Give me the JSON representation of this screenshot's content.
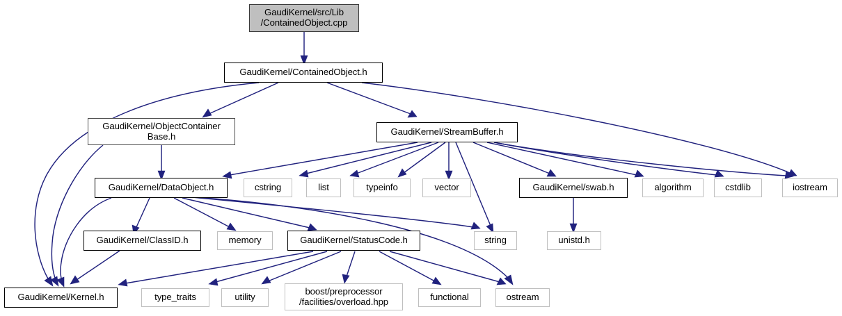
{
  "graph": {
    "type": "include-dependency-graph",
    "title": "GaudiKernel/src/Lib/ContainedObject.cpp include dependency graph",
    "colors": {
      "edge": "#21227e",
      "root_fill": "#bfbfbf",
      "project_border": "#000000",
      "system_border": "#bfbfbf",
      "text": "#000000",
      "background": "#ffffff"
    },
    "nodes": [
      {
        "id": "containedobject_cpp",
        "label": "GaudiKernel/src/Lib\n/ContainedObject.cpp",
        "kind": "root"
      },
      {
        "id": "containedobject_h",
        "label": "GaudiKernel/ContainedObject.h",
        "kind": "project"
      },
      {
        "id": "objectcontainerbase_h",
        "label": "GaudiKernel/ObjectContainer\nBase.h",
        "kind": "project-gray"
      },
      {
        "id": "streambuffer_h",
        "label": "GaudiKernel/StreamBuffer.h",
        "kind": "project"
      },
      {
        "id": "dataobject_h",
        "label": "GaudiKernel/DataObject.h",
        "kind": "project"
      },
      {
        "id": "cstring",
        "label": "cstring",
        "kind": "system"
      },
      {
        "id": "list",
        "label": "list",
        "kind": "system"
      },
      {
        "id": "typeinfo",
        "label": "typeinfo",
        "kind": "system"
      },
      {
        "id": "vector",
        "label": "vector",
        "kind": "system"
      },
      {
        "id": "swab_h",
        "label": "GaudiKernel/swab.h",
        "kind": "project"
      },
      {
        "id": "algorithm",
        "label": "algorithm",
        "kind": "system"
      },
      {
        "id": "cstdlib",
        "label": "cstdlib",
        "kind": "system"
      },
      {
        "id": "iostream",
        "label": "iostream",
        "kind": "system"
      },
      {
        "id": "classid_h",
        "label": "GaudiKernel/ClassID.h",
        "kind": "project"
      },
      {
        "id": "memory",
        "label": "memory",
        "kind": "system"
      },
      {
        "id": "statuscode_h",
        "label": "GaudiKernel/StatusCode.h",
        "kind": "project"
      },
      {
        "id": "string",
        "label": "string",
        "kind": "system"
      },
      {
        "id": "unistd_h",
        "label": "unistd.h",
        "kind": "system"
      },
      {
        "id": "kernel_h",
        "label": "GaudiKernel/Kernel.h",
        "kind": "project"
      },
      {
        "id": "type_traits",
        "label": "type_traits",
        "kind": "system"
      },
      {
        "id": "utility",
        "label": "utility",
        "kind": "system"
      },
      {
        "id": "boost_overload",
        "label": "boost/preprocessor\n/facilities/overload.hpp",
        "kind": "system"
      },
      {
        "id": "functional",
        "label": "functional",
        "kind": "system"
      },
      {
        "id": "ostream",
        "label": "ostream",
        "kind": "system"
      }
    ],
    "edges": [
      {
        "from": "containedobject_cpp",
        "to": "containedobject_h"
      },
      {
        "from": "containedobject_h",
        "to": "objectcontainerbase_h"
      },
      {
        "from": "containedobject_h",
        "to": "streambuffer_h"
      },
      {
        "from": "containedobject_h",
        "to": "kernel_h"
      },
      {
        "from": "containedobject_h",
        "to": "iostream"
      },
      {
        "from": "objectcontainerbase_h",
        "to": "dataobject_h"
      },
      {
        "from": "objectcontainerbase_h",
        "to": "kernel_h"
      },
      {
        "from": "streambuffer_h",
        "to": "dataobject_h"
      },
      {
        "from": "streambuffer_h",
        "to": "cstring"
      },
      {
        "from": "streambuffer_h",
        "to": "list"
      },
      {
        "from": "streambuffer_h",
        "to": "typeinfo"
      },
      {
        "from": "streambuffer_h",
        "to": "vector"
      },
      {
        "from": "streambuffer_h",
        "to": "string"
      },
      {
        "from": "streambuffer_h",
        "to": "swab_h"
      },
      {
        "from": "streambuffer_h",
        "to": "algorithm"
      },
      {
        "from": "streambuffer_h",
        "to": "cstdlib"
      },
      {
        "from": "streambuffer_h",
        "to": "iostream"
      },
      {
        "from": "dataobject_h",
        "to": "classid_h"
      },
      {
        "from": "dataobject_h",
        "to": "memory"
      },
      {
        "from": "dataobject_h",
        "to": "statuscode_h"
      },
      {
        "from": "dataobject_h",
        "to": "string"
      },
      {
        "from": "dataobject_h",
        "to": "ostream"
      },
      {
        "from": "dataobject_h",
        "to": "kernel_h"
      },
      {
        "from": "classid_h",
        "to": "kernel_h"
      },
      {
        "from": "statuscode_h",
        "to": "kernel_h"
      },
      {
        "from": "statuscode_h",
        "to": "type_traits"
      },
      {
        "from": "statuscode_h",
        "to": "utility"
      },
      {
        "from": "statuscode_h",
        "to": "boost_overload"
      },
      {
        "from": "statuscode_h",
        "to": "functional"
      },
      {
        "from": "statuscode_h",
        "to": "ostream"
      },
      {
        "from": "swab_h",
        "to": "unistd_h"
      }
    ]
  }
}
